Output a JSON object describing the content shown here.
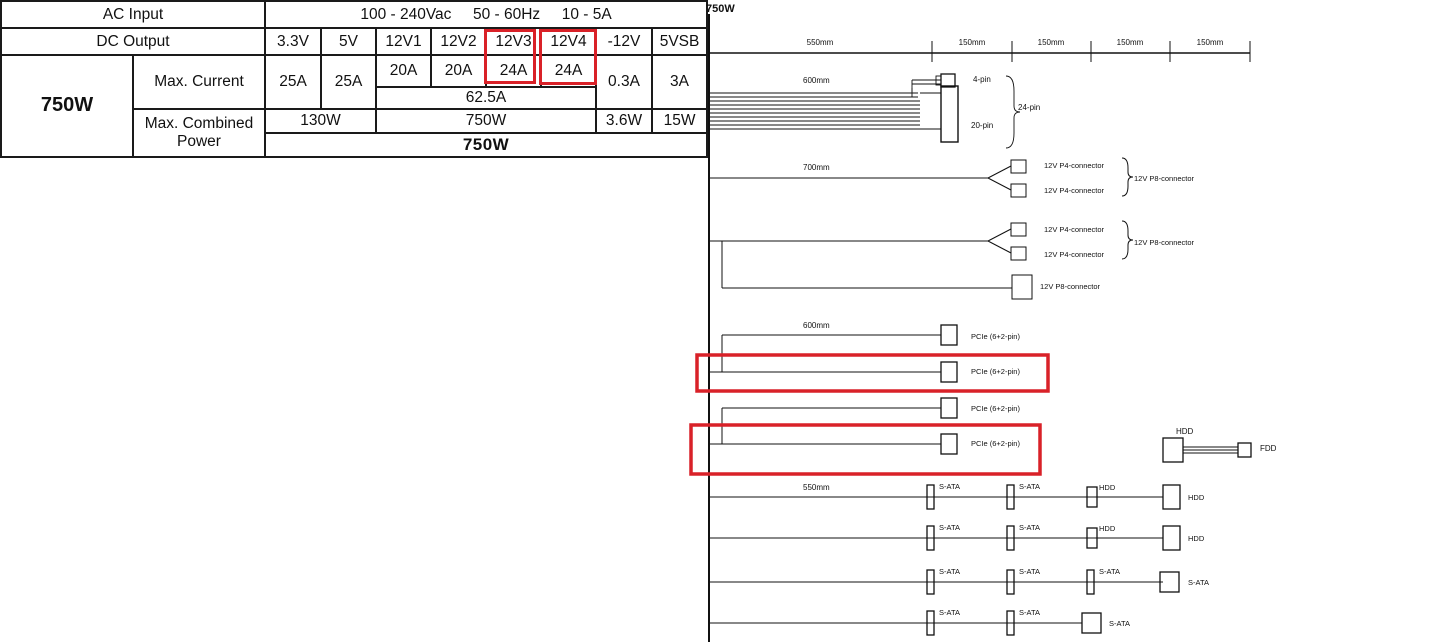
{
  "table": {
    "ac_input_label": "AC Input",
    "ac_input_value": "100 - 240Vac     50 - 60Hz     10 - 5A",
    "dc_output_label": "DC Output",
    "rails": [
      "3.3V",
      "5V",
      "12V1",
      "12V2",
      "12V3",
      "12V4",
      "-12V",
      "5VSB"
    ],
    "model": "750W",
    "max_current_label": "Max. Current",
    "currents": [
      "25A",
      "25A",
      "20A",
      "20A",
      "24A",
      "24A",
      "0.3A",
      "3A"
    ],
    "twelve_v_combined_current": "62.5A",
    "max_combined_power_label": "Max. Combined Power",
    "combined_power": {
      "rail_3v3_5v": "130W",
      "rail_12v": "750W",
      "rail_neg12v": "3.6W",
      "rail_5vsb": "15W"
    },
    "total_power": "750W"
  },
  "diagram": {
    "title": "750W",
    "ruler": [
      "550mm",
      "150mm",
      "150mm",
      "150mm",
      "150mm"
    ],
    "atx": {
      "length": "600mm",
      "top": "4-pin",
      "bottom": "20-pin",
      "group": "24-pin"
    },
    "cpu1": {
      "length": "700mm",
      "a": "12V P4-connector",
      "b": "12V P4-connector",
      "group": "12V P8-connector"
    },
    "cpu2": {
      "a": "12V P4-connector",
      "b": "12V P4-connector",
      "group": "12V P8-connector",
      "eps": "12V P8-connector"
    },
    "pcie": {
      "length": "600mm",
      "labels": [
        "PCIe (6+2-pin)",
        "PCIe (6+2-pin)",
        "PCIe (6+2-pin)",
        "PCIe (6+2-pin)"
      ]
    },
    "adapter": {
      "in": "HDD",
      "out": "FDD"
    },
    "peripheral": {
      "length": "550mm",
      "row1": [
        "S-ATA",
        "S-ATA",
        "HDD",
        "HDD"
      ],
      "row2": [
        "S-ATA",
        "S-ATA",
        "HDD",
        "HDD"
      ],
      "row3": [
        "S-ATA",
        "S-ATA",
        "S-ATA",
        "S-ATA"
      ],
      "row4": [
        "S-ATA",
        "S-ATA",
        "S-ATA"
      ]
    }
  },
  "highlight_color": "#d92128"
}
